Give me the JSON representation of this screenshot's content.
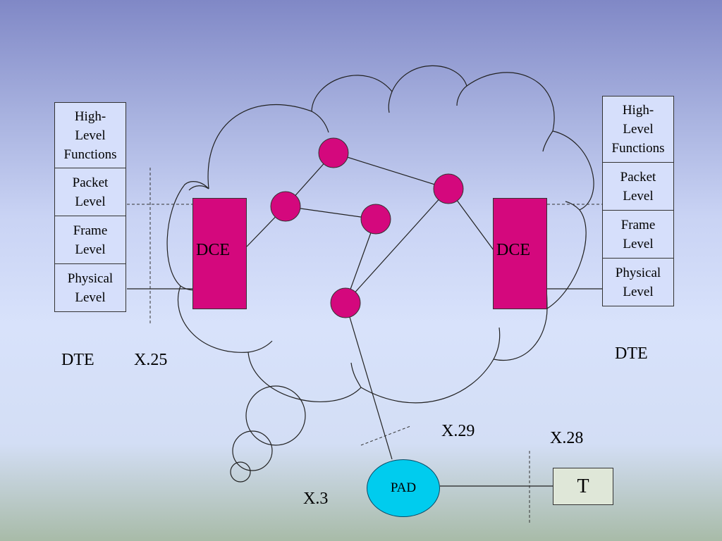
{
  "left_stack": {
    "layers": [
      "High-\nLevel\nFunctions",
      "Packet\nLevel",
      "Frame\nLevel",
      "Physical\nLevel"
    ]
  },
  "right_stack": {
    "layers": [
      "High-\nLevel\nFunctions",
      "Packet\nLevel",
      "Frame\nLevel",
      "Physical\nLevel"
    ]
  },
  "dce_label": "DCE",
  "pad_label": "PAD",
  "terminal_label": "T",
  "labels": {
    "dte_left": "DTE",
    "dte_right": "DTE",
    "x25": "X.25",
    "x29": "X.29",
    "x28": "X.28",
    "x3": "X.3"
  },
  "colors": {
    "node": "#d4087d",
    "dce": "#d4087d",
    "pad": "#00ccee"
  }
}
